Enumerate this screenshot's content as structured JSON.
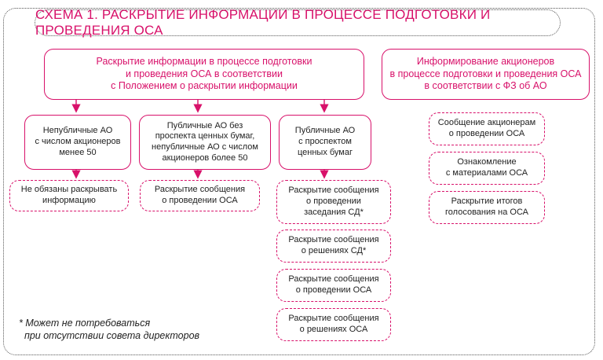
{
  "title": "СХЕМА 1. РАСКРЫТИЕ ИНФОРМАЦИИ В ПРОЦЕССЕ ПОДГОТОВКИ И ПРОВЕДЕНИЯ ОСА",
  "left_header": "Раскрытие информации в процессе подготовки\nи проведения ОСА в соответствии\nс Положением о раскрытии информации",
  "right_header": "Информирование акционеров\nв процессе подготовки и проведения ОСА\nв соответствии с ФЗ об АО",
  "categories": [
    "Непубличные АО\nс числом акционеров\nменее 50",
    "Публичные АО без\nпроспекта ценных бумаг,\nнепубличные АО с числом\nакционеров более 50",
    "Публичные АО\nс проспектом\nценных бумаг"
  ],
  "results": {
    "col1": [
      "Не обязаны раскрывать\nинформацию"
    ],
    "col2": [
      "Раскрытие сообщения\nо проведении ОСА"
    ],
    "col3": [
      "Раскрытие сообщения\nо проведении\nзаседания  СД*",
      "Раскрытие сообщения\nо решениях СД*",
      "Раскрытие сообщения\nо проведении ОСА",
      "Раскрытие сообщения\nо решениях ОСА"
    ]
  },
  "right_items": [
    "Сообщение акционерам\nо проведении ОСА",
    "Ознакомление\nс материалами ОСА",
    "Раскрытие итогов\nголосования на ОСА"
  ],
  "footnote": "* Может не потребоваться\n  при отсутствии совета директоров",
  "colors": {
    "accent": "#d8116a",
    "text": "#222222",
    "dotted_border": "#555555"
  }
}
